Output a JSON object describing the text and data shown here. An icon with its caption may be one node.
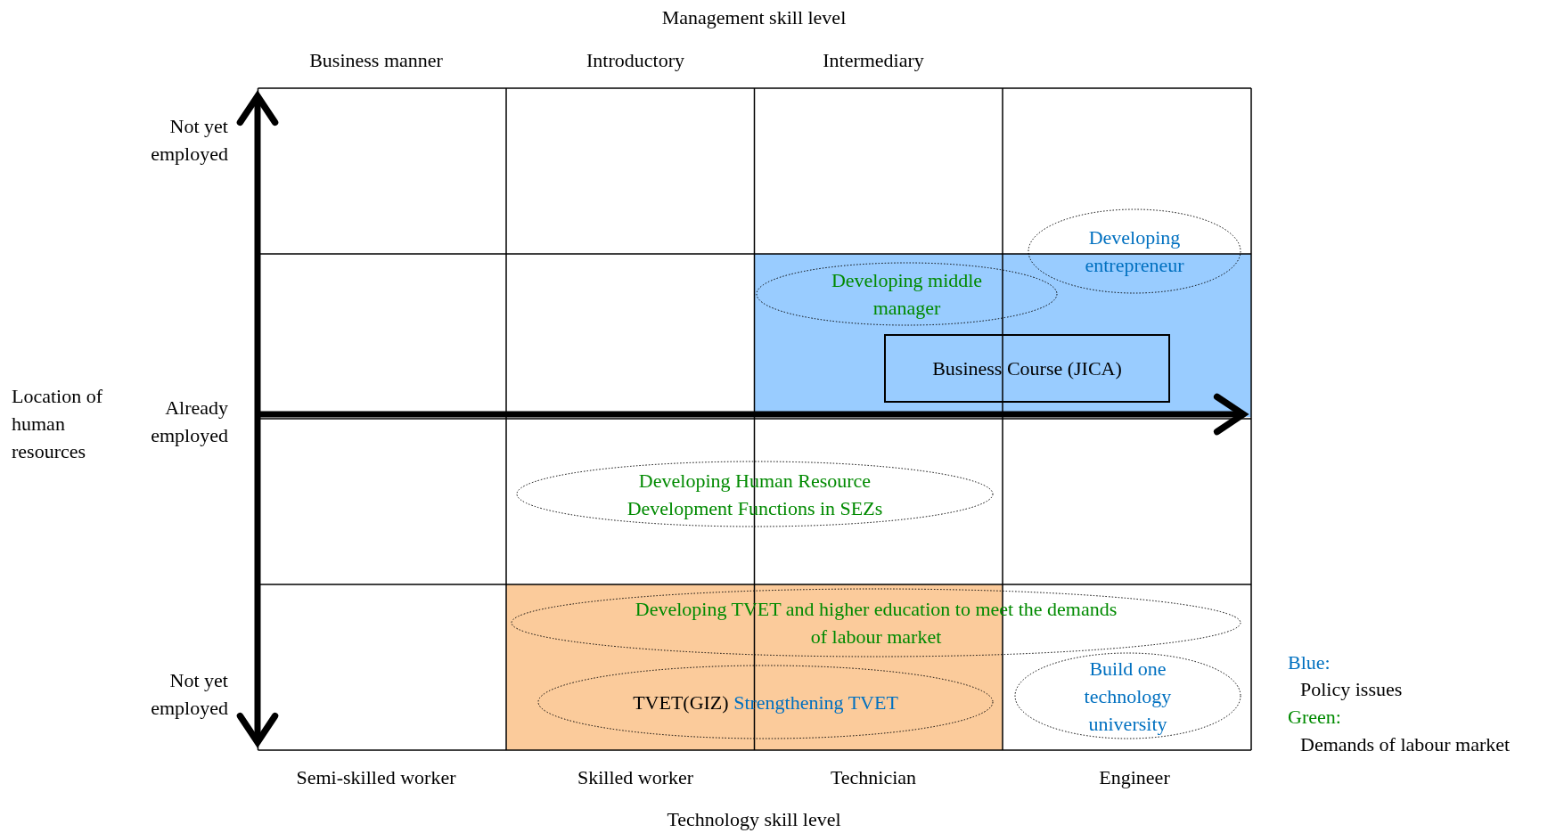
{
  "diagram": {
    "nodes": [
      {
        "text": [
          "Developing entrepreneur"
        ]
      },
      {
        "text": [
          "Developing middle manager"
        ]
      },
      {
        "text": [
          "Business Course (JICA)"
        ]
      },
      {
        "text": [
          "Developing Human Resource Development Functions in SEZs"
        ]
      },
      {
        "text": [
          "Developing TVET and higher education to meet the demands of labour market"
        ]
      },
      {
        "text": [
          "TVET(GIZ)",
          "Strengthening TVET"
        ]
      },
      {
        "text": [
          "Build one technology university"
        ]
      }
    ],
    "labels": [
      "Management skill level",
      "Business manner",
      "Introductory",
      "Intermediary",
      "Not yet employed",
      "Location of human resources",
      "Already employed",
      "Not yet employed",
      "Semi-skilled worker",
      "Skilled worker",
      "Technician",
      "Engineer",
      "Technology skill level",
      "Blue:",
      "Policy issues",
      "Green:",
      "Demands of labour market"
    ]
  }
}
